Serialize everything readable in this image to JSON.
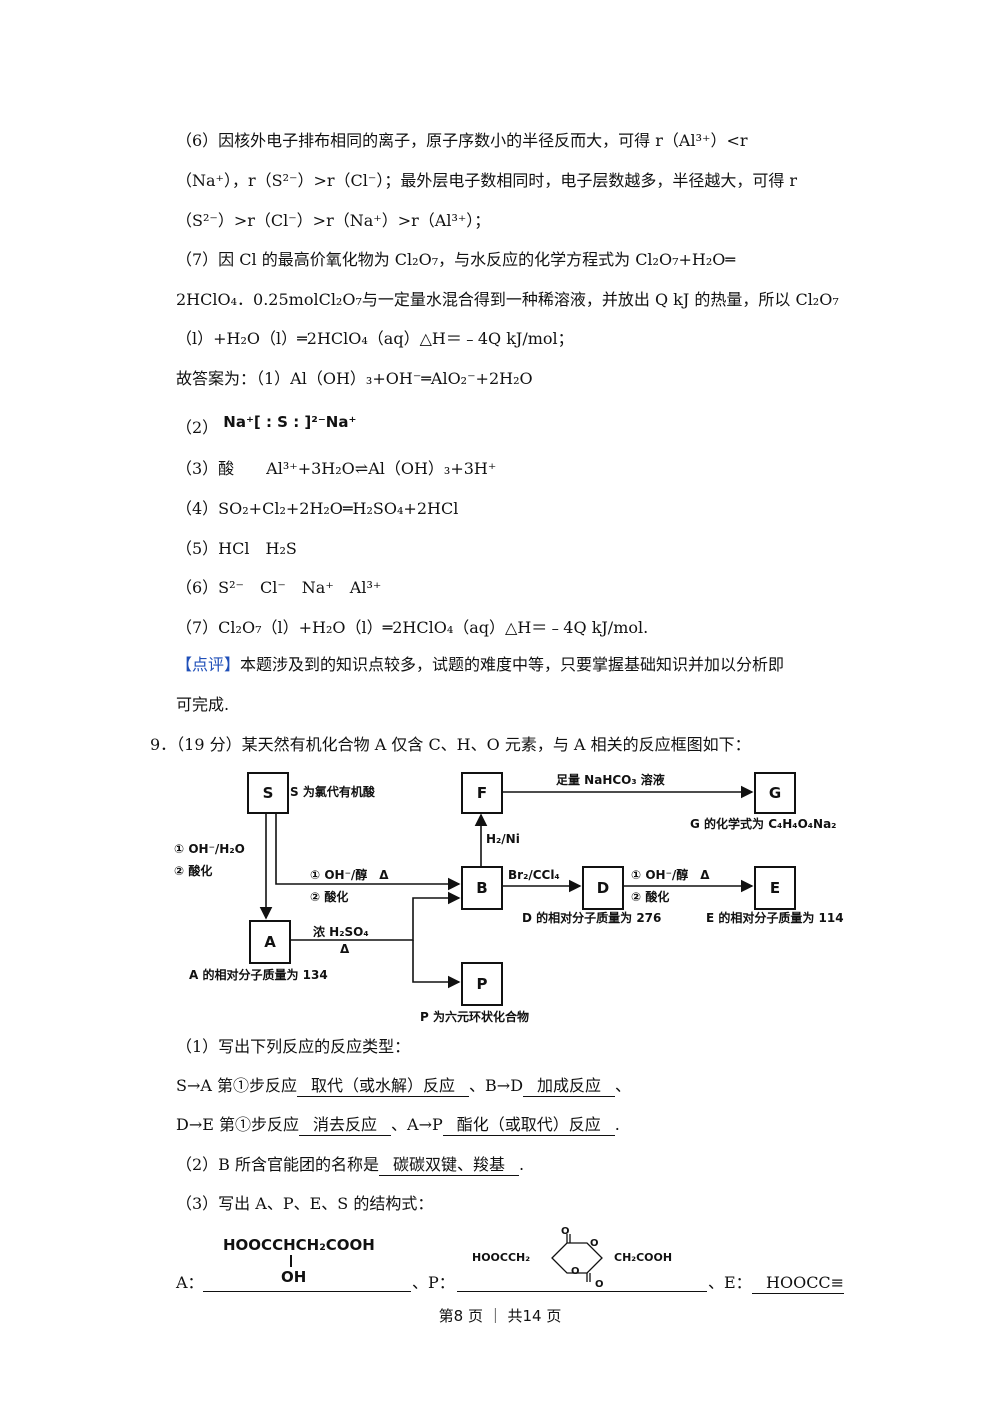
{
  "analysis": {
    "p6_l1": "（6）因核外电子排布相同的离子，原子序数小的半径反而大，可得 r（Al³⁺）<r",
    "p6_l2": "（Na⁺），r（S²⁻）>r（Cl⁻）；最外层电子数相同时，电子层数越多，半径越大，可得 r",
    "p6_l3": "（S²⁻）>r（Cl⁻）>r（Na⁺）>r（Al³⁺）；",
    "p7_l1": "（7）因 Cl 的最高价氧化物为 Cl₂O₇，与水反应的化学方程式为 Cl₂O₇+H₂O═",
    "p7_l2": "2HClO₄．0.25molCl₂O₇与一定量水混合得到一种稀溶液，并放出 Q kJ 的热量，所以 Cl₂O₇",
    "p7_l3": "（l）+H₂O（l）═2HClO₄（aq）△H＝﹣4Q kJ/mol；"
  },
  "answers": {
    "intro": "故答案为：（1）Al（OH）₃+OH⁻═AlO₂⁻+2H₂O",
    "a2_num": "（2）",
    "a2_formula": "Na⁺[ : S : ]²⁻Na⁺",
    "a3": "（3）酸　　Al³⁺+3H₂O⇌Al（OH）₃+3H⁺",
    "a4": "（4）SO₂+Cl₂+2H₂O═H₂SO₄+2HCl",
    "a5": "（5）HCl　H₂S",
    "a6": "（6）S²⁻　Cl⁻　Na⁺　Al³⁺",
    "a7": "（7）Cl₂O₇（l）+H₂O（l）═2HClO₄（aq）△H＝﹣4Q kJ/mol."
  },
  "comment": {
    "tag": "【点评】",
    "text_l1": "本题涉及到的知识点较多，试题的难度中等，只要掌握基础知识并加以分析即",
    "text_l2": "可完成."
  },
  "question9": {
    "stem": "9．（19 分）某天然有机化合物 A 仅含 C、H、O 元素，与 A 相关的反应框图如下：",
    "diagram": {
      "nodes": {
        "S": "S",
        "A": "A",
        "B": "B",
        "F": "F",
        "G": "G",
        "D": "D",
        "E": "E",
        "P": "P"
      },
      "labels": {
        "s_note": "S 为氯代有机酸",
        "s_to_a_1": "① OH⁻/H₂O",
        "s_to_a_2": "② 酸化",
        "s_to_b_1": "① OH⁻/醇　Δ",
        "s_to_b_2": "② 酸化",
        "a_to_b_1": "浓 H₂SO₄",
        "a_to_b_2": "Δ",
        "a_note": "A 的相对分子质量为 134",
        "b_to_f": "H₂/Ni",
        "f_to_g": "足量 NaHCO₃ 溶液",
        "g_note": "G 的化学式为 C₄H₄O₄Na₂",
        "b_to_d": "Br₂/CCl₄",
        "d_to_e_1": "① OH⁻/醇　Δ",
        "d_to_e_2": "② 酸化",
        "d_note": "D 的相对分子质量为 276",
        "e_note": "E 的相对分子质量为 114",
        "p_note": "P 为六元环状化合物"
      }
    },
    "q1": "（1）写出下列反应的反应类型：",
    "q1_line1": {
      "p1": "S→A 第①步反应",
      "b1": "取代（或水解）反应",
      "p2": "、B→D",
      "b2": "加成反应",
      "p3": "、"
    },
    "q1_line2": {
      "p1": "D→E 第①步反应",
      "b1": "消去反应",
      "p2": "、A→P",
      "b2": "酯化（或取代）反应",
      "p3": "."
    },
    "q2": {
      "p1": "（2）B 所含官能团的名称是",
      "b1": "碳碳双键、羧基",
      "p2": "."
    },
    "q3": "（3）写出 A、P、E、S 的结构式：",
    "q3_line": {
      "a_label": "A：",
      "a_struct_main": "HOOCCHCH₂COOH",
      "a_struct_oh": "OH",
      "p_label": "、P：",
      "p_left": "HOOCCH₂",
      "p_right": "CH₂COOH",
      "p_o": "O",
      "e_label": "、E：",
      "e_answer": "HOOCC≡"
    }
  },
  "footer": "第8 页 ｜ 共14 页"
}
